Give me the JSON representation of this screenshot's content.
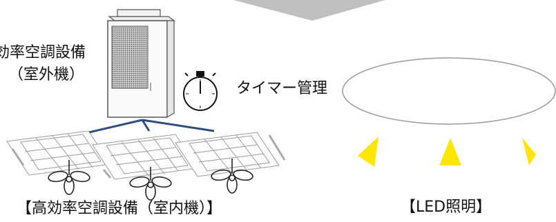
{
  "labels": {
    "outdoor_line1": "効率空調設備",
    "outdoor_line2": "（室外機）",
    "timer": "タイマー管理",
    "indoor": "【高効率空調設備（室内機）】",
    "led": "【LED照明】"
  },
  "icons": [
    "outdoor-unit-icon",
    "stopwatch-icon",
    "indoor-unit-icon",
    "fan-icon",
    "ceiling-light-icon",
    "light-beam-icon",
    "arrow-icon"
  ],
  "colors": {
    "arrow": "#c0c0c0",
    "unit_body": "#fafafa",
    "unit_outline": "#555555",
    "grille": "#888888",
    "pipe": "#2f4d7a",
    "light_beam": "#ffe600",
    "light_outline": "#999999"
  }
}
